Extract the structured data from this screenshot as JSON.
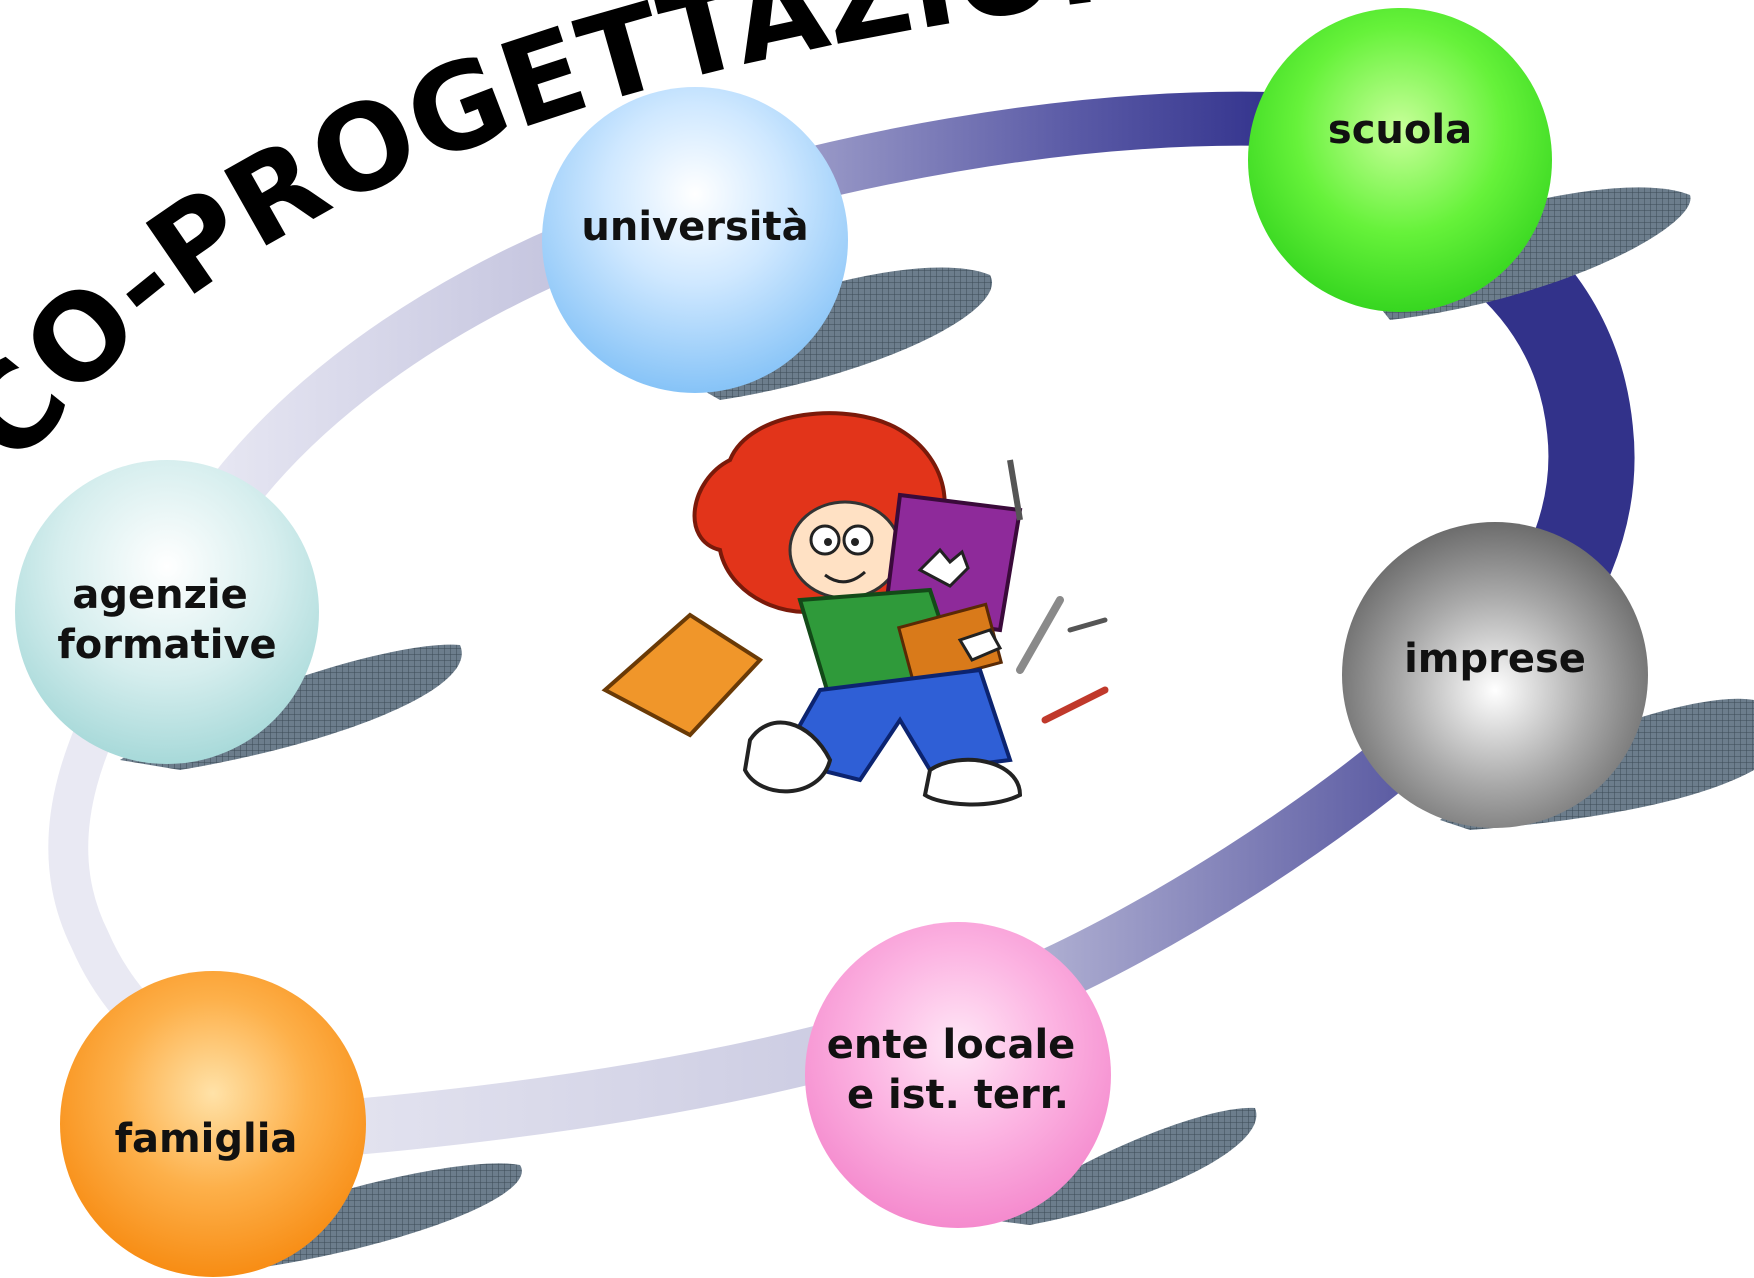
{
  "title": "CO-PROGETTAZIONE",
  "nodes": [
    {
      "id": "universita",
      "lines": [
        "università"
      ],
      "color": "#9cd0fb",
      "text_color": "#a0102a"
    },
    {
      "id": "scuola",
      "lines": [
        "scuola"
      ],
      "color": "#5ff43a",
      "text_color": "#111111"
    },
    {
      "id": "agenzie",
      "lines": [
        "agenzie",
        "formative"
      ],
      "color": "#bfe6e6",
      "text_color": "#111111"
    },
    {
      "id": "imprese",
      "lines": [
        "imprese"
      ],
      "color": "#7a7a7a",
      "text_color": "#111111"
    },
    {
      "id": "famiglia",
      "lines": [
        "famiglia"
      ],
      "color": "#fb9a14",
      "text_color": "#111111"
    },
    {
      "id": "ente",
      "lines": [
        "ente locale",
        "e ist. terr."
      ],
      "color": "#fb9ad8",
      "text_color": "#111111"
    }
  ],
  "center_image": "cartoon student carrying books and pencils",
  "colors": {
    "ring_light": "#e6e6f2",
    "ring_dark": "#2e2e8a",
    "shadow": "#5a6b7a"
  }
}
